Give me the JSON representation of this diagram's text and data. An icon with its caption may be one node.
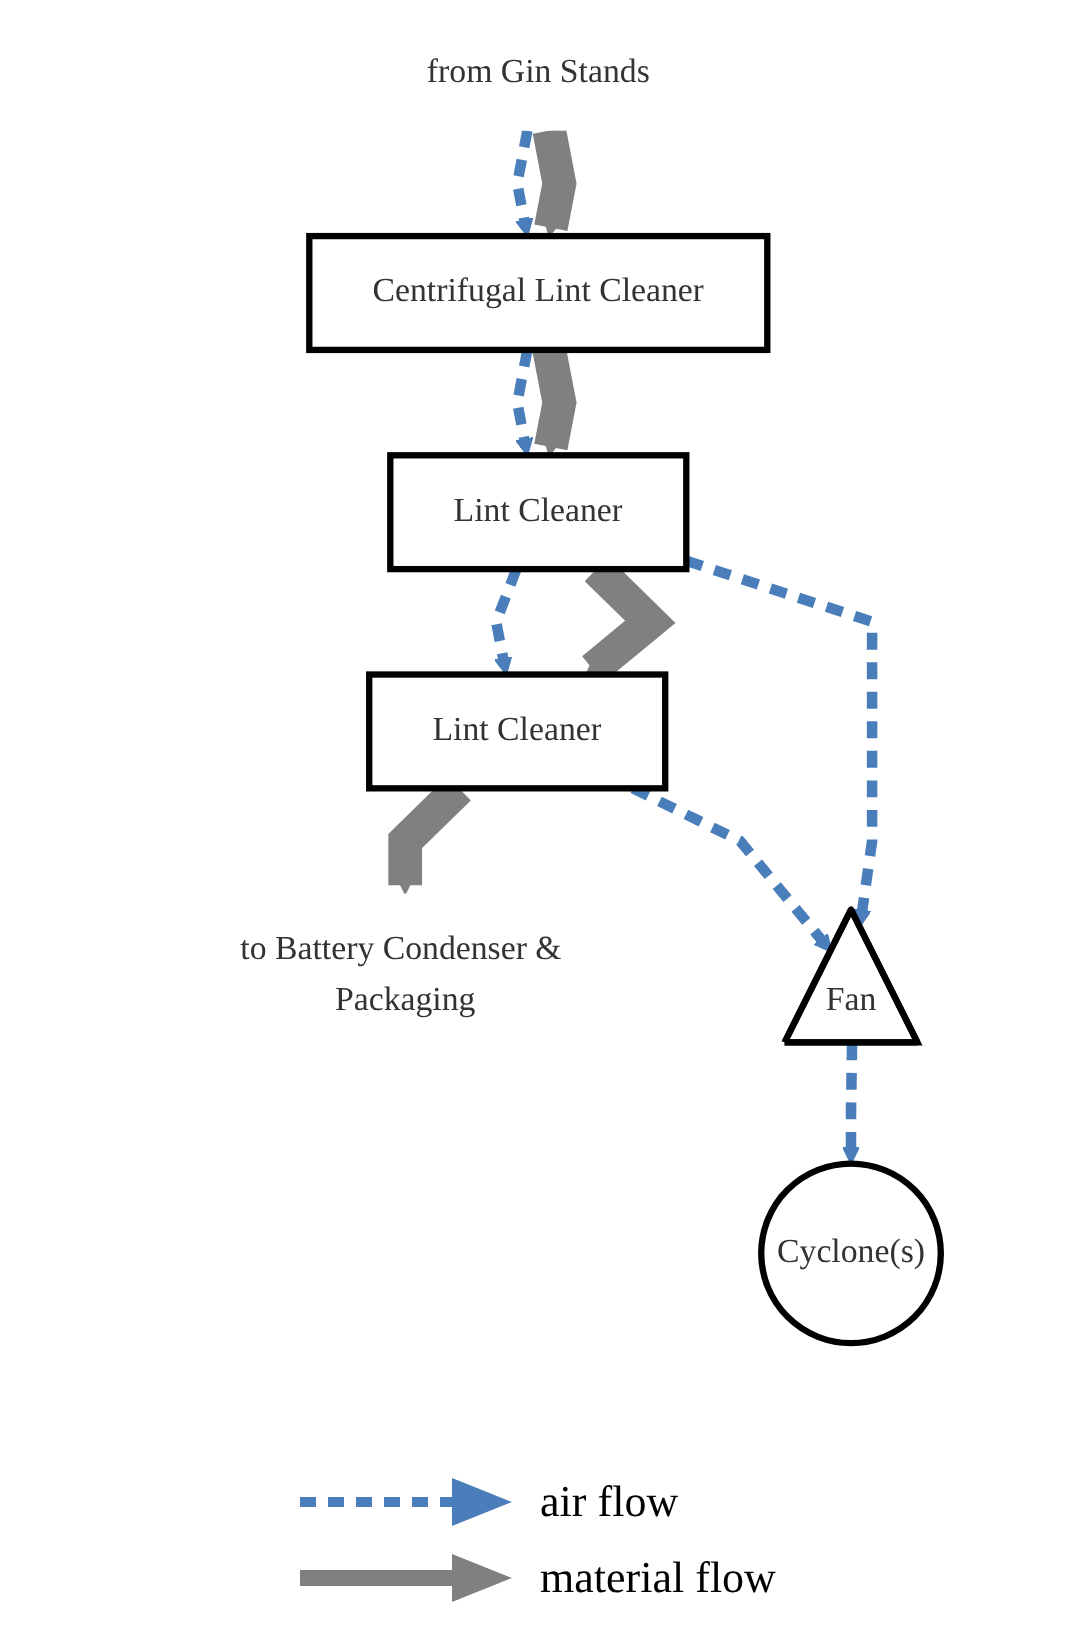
{
  "diagram": {
    "nodes": [
      {
        "text": [
          "from Gin Stands"
        ]
      },
      {
        "text": [
          "Centrifugal Lint Cleaner"
        ]
      },
      {
        "text": [
          "Lint Cleaner"
        ]
      },
      {
        "text": [
          "Lint Cleaner"
        ]
      },
      {
        "text": [
          "to Battery Condenser & Packaging"
        ]
      },
      {
        "text": [
          "Cyclone(s)"
        ]
      },
      {
        "text": [
          "Fan"
        ]
      }
    ],
    "edges": [
      {
        "from": 0,
        "to": 1,
        "arrow": "to",
        "style": "dashed",
        "color": "#4a7ebb"
      },
      {
        "from": 0,
        "to": 1,
        "arrow": "to",
        "style": "thick",
        "color": "#808080"
      },
      {
        "from": 1,
        "to": 2,
        "arrow": "to",
        "style": "dashed",
        "color": "#4a7ebb"
      },
      {
        "from": 1,
        "to": 2,
        "arrow": "to",
        "style": "thick",
        "color": "#808080"
      },
      {
        "from": 2,
        "to": 3,
        "arrow": "to",
        "style": "dashed",
        "color": "#4a7ebb"
      },
      {
        "from": 2,
        "to": 3,
        "arrow": "to",
        "style": "thick",
        "color": "#808080"
      },
      {
        "from": 3,
        "to": 4,
        "arrow": "to",
        "style": "thick",
        "color": "#808080"
      },
      {
        "from": 2,
        "to": 6,
        "arrow": "to",
        "style": "dashed",
        "color": "#4a7ebb"
      },
      {
        "from": 3,
        "to": 6,
        "arrow": "to",
        "style": "dashed",
        "color": "#4a7ebb"
      },
      {
        "from": 6,
        "to": 5,
        "arrow": "to",
        "style": "dashed",
        "color": "#4a7ebb"
      }
    ],
    "legend": [
      {
        "text": "air flow"
      },
      {
        "text": "material flow"
      }
    ]
  }
}
